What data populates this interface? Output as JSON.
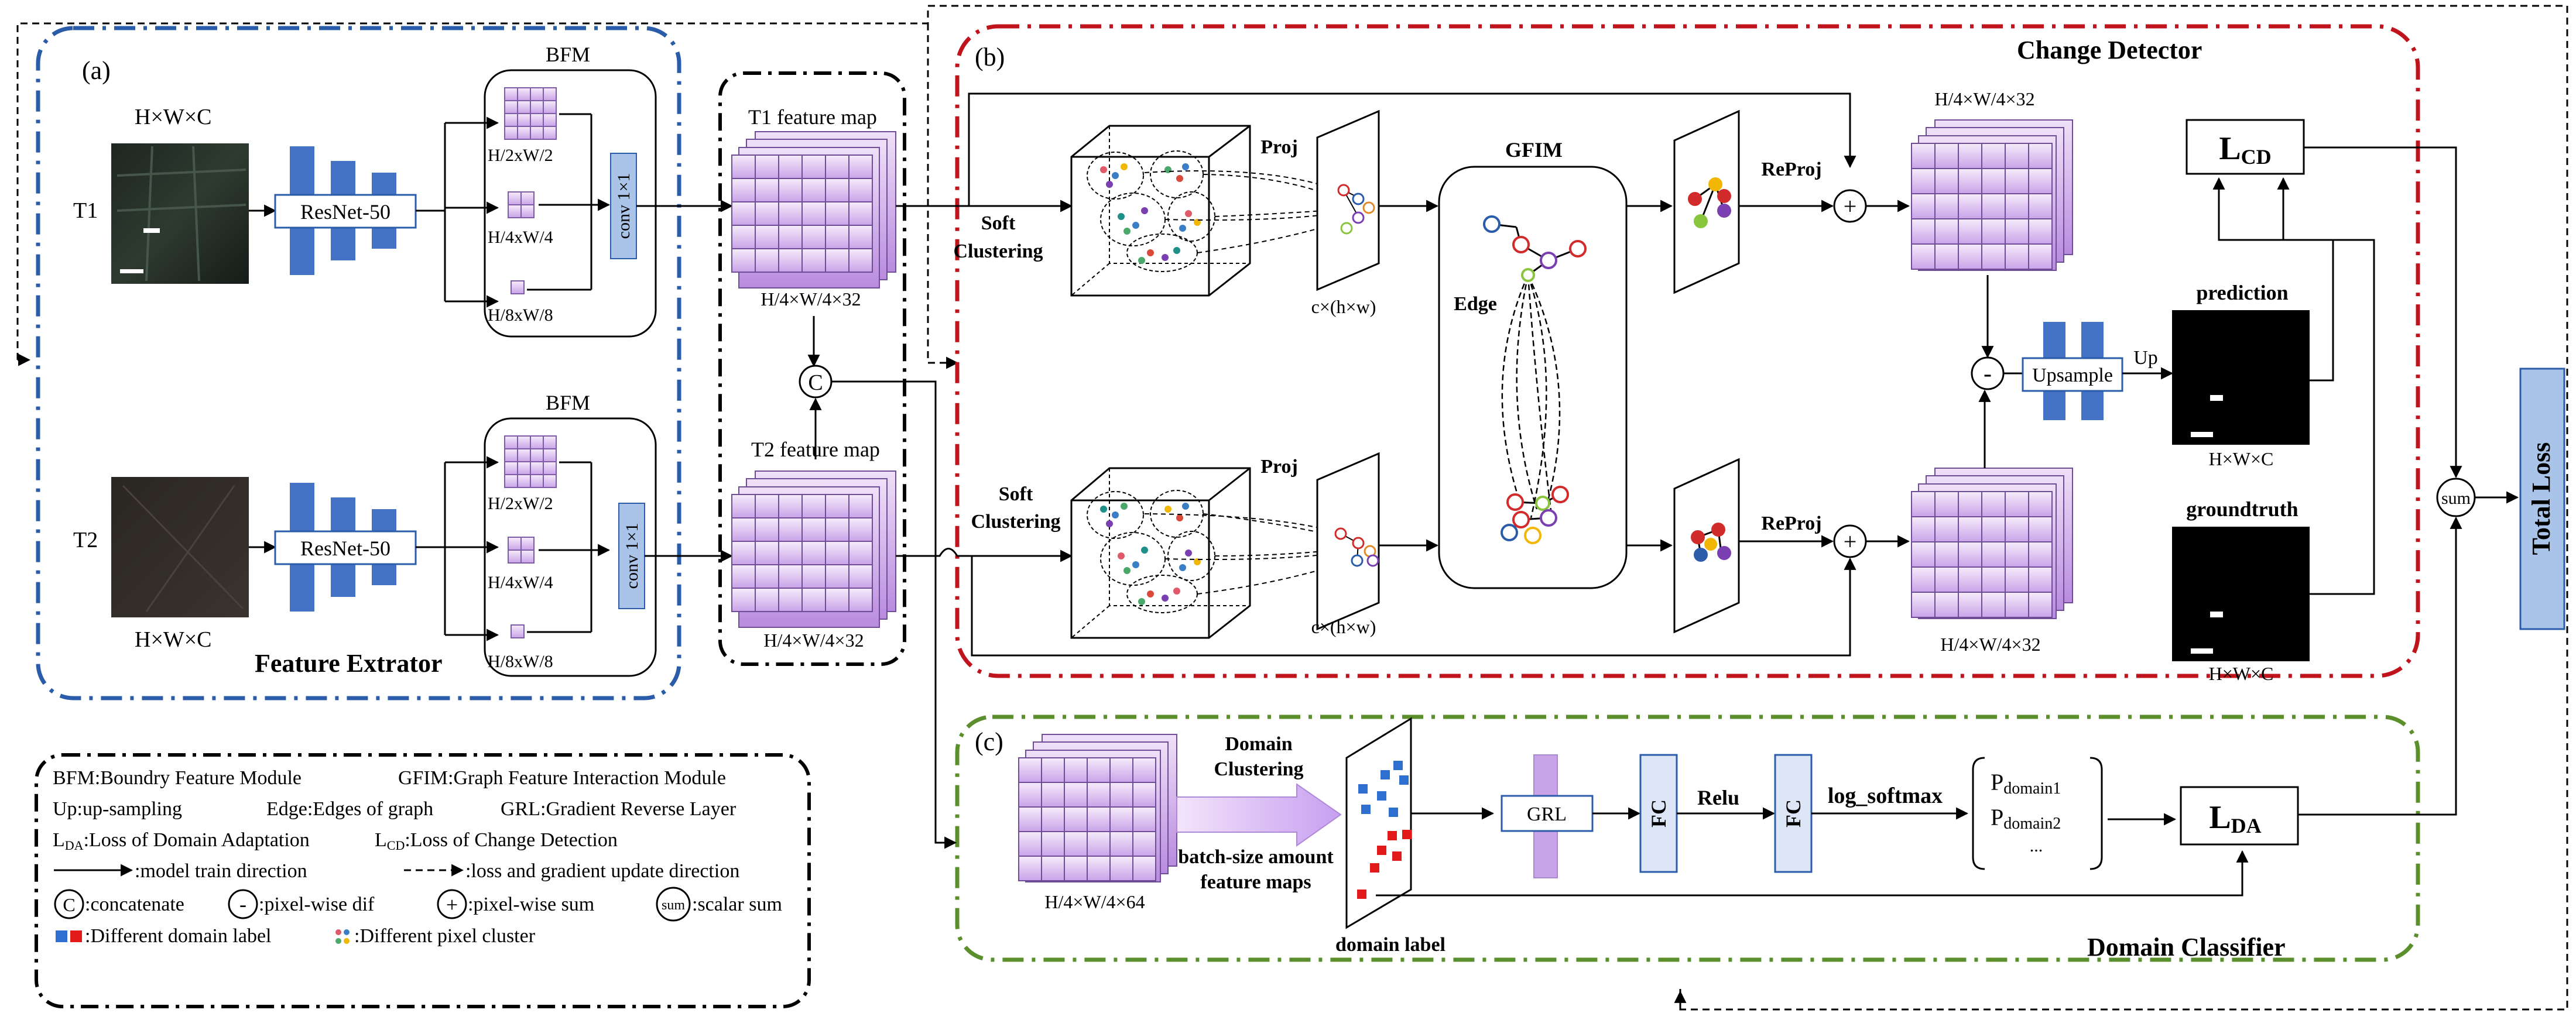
{
  "panels": {
    "a": "(a)",
    "b": "(b)",
    "c": "(c)",
    "feature_extractor": "Feature Extrator",
    "change_detector": "Change Detector",
    "domain_classifier": "Domain Classifier"
  },
  "extractor": {
    "input_dims": "H×W×C",
    "t1": "T1",
    "t2": "T2",
    "backbone": "ResNet-50",
    "bfm_title": "BFM",
    "scale1": "H/2xW/2",
    "scale2": "H/4xW/4",
    "scale3": "H/8xW/8",
    "conv": "conv 1×1"
  },
  "feature_maps": {
    "t1_title": "T1 feature map",
    "t2_title": "T2 feature map",
    "dims": "H/4×W/4×32",
    "concat_symbol": "C"
  },
  "detector": {
    "soft": "Soft",
    "clustering": "Clustering",
    "proj": "Proj",
    "proj_dims": "c×(h×w)",
    "gfim": "GFIM",
    "edge": "Edge",
    "reproj": "ReProj",
    "map_dims": "H/4×W/4×32",
    "upsample": "Upsample",
    "up": "Up",
    "prediction": "prediction",
    "groundtruth": "groundtruth",
    "out_dims": "H×W×C",
    "loss_cd_main": "L",
    "loss_cd_sub": "CD",
    "total_loss": "Total Loss",
    "sum": "sum"
  },
  "classifier": {
    "dims": "H/4×W/4×64",
    "domain_clustering_1": "Domain",
    "domain_clustering_2": "Clustering",
    "batch_1": "batch-size amount",
    "batch_2": "feature maps",
    "domain_label": "domain label",
    "grl": "GRL",
    "fc": "FC",
    "relu": "Relu",
    "log_softmax": "log_softmax",
    "p_main": "P",
    "p1_sub": "domain1",
    "p2_sub": "domain2",
    "ellipsis": "...",
    "loss_da_main": "L",
    "loss_da_sub": "DA"
  },
  "legend": {
    "bfm": "BFM:Boundry Feature Module",
    "gfim": "GFIM:Graph Feature Interaction Module",
    "up": "Up:up-sampling",
    "edge": "Edge:Edges of graph",
    "grl": "GRL:Gradient Reverse Layer",
    "lda_main": "L",
    "lda_sub": "DA",
    "lda_text": ":Loss of Domain Adaptation",
    "lcd_main": "L",
    "lcd_sub": "CD",
    "lcd_text": ":Loss of Change Detection",
    "train_dir": ":model train direction",
    "loss_dir": ":loss and gradient update direction",
    "concat": ":concatenate",
    "diff": ":pixel-wise dif",
    "psum": ":pixel-wise sum",
    "ssum": ":scalar sum",
    "domain_label": ":Different domain label",
    "pixel_cluster": ":Different pixel cluster",
    "sym_c": "C",
    "sym_minus": "-",
    "sym_plus": "+",
    "sym_sum": "sum"
  },
  "colors": {
    "blue_dash": "#2a5caa",
    "red_dash": "#c0141c",
    "green_dash": "#5b8f2c",
    "bar_blue": "#4472c4",
    "light_blue": "#a9c4e8",
    "lavender_top": "#f6ecfb",
    "lavender_bot": "#c9a3e8",
    "domain_blue": "#2f6fd0",
    "domain_red": "#e21a1a"
  }
}
